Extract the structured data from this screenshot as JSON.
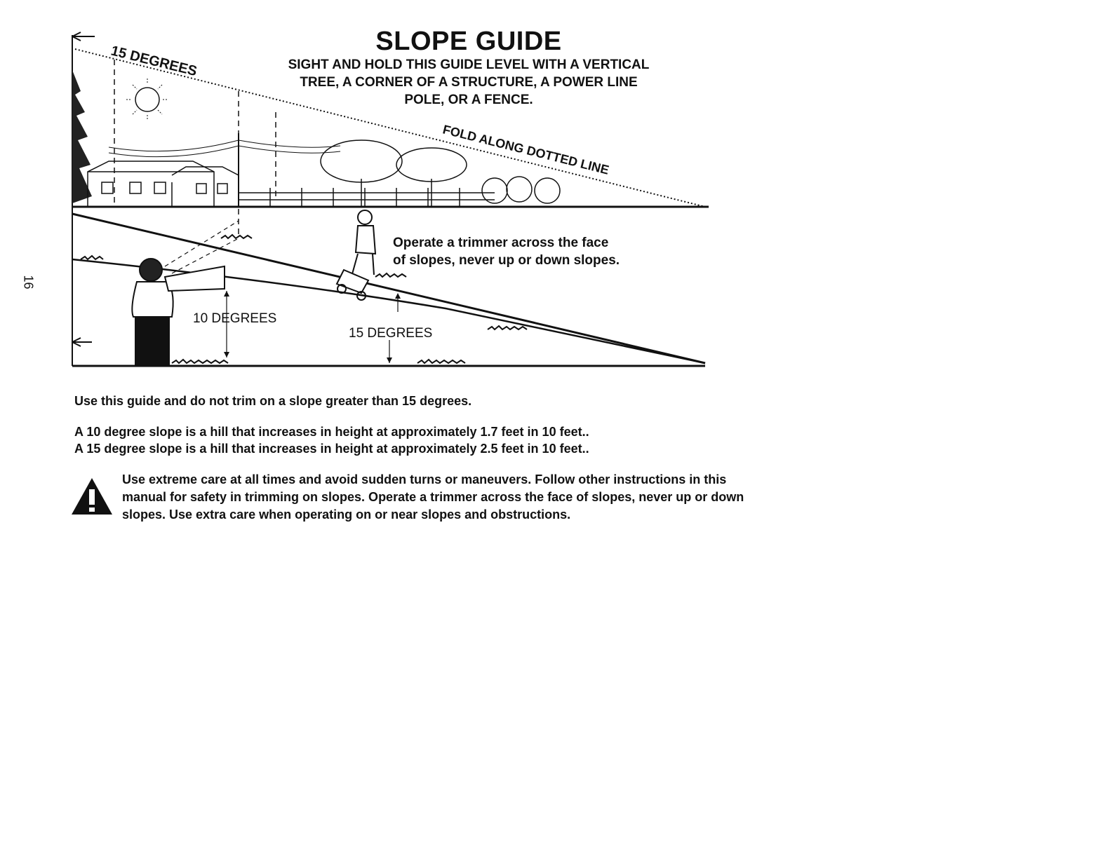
{
  "page_number": "16",
  "title": "SLOPE GUIDE",
  "subtitle_lines": [
    "SIGHT AND HOLD THIS GUIDE LEVEL WITH A VERTICAL",
    "TREE, A CORNER OF A STRUCTURE, A POWER LINE",
    "POLE, OR A FENCE."
  ],
  "illustration": {
    "label_15_top": "15 DEGREES",
    "fold_label": "FOLD ALONG DOTTED LINE",
    "label_10": "10 DEGREES",
    "label_15_bottom": "15 DEGREES",
    "operate_lines": [
      "Operate a trimmer across the face",
      "of slopes, never up or down slopes."
    ]
  },
  "paragraphs": {
    "guide": "Use this guide and do not trim on a slope greater than 15 degrees.",
    "slope_10": "A 10 degree slope is a hill that increases in height at approximately 1.7 feet in 10 feet..",
    "slope_15": "A 15 degree slope is a hill that increases in height at approximately 2.5 feet in 10 feet.."
  },
  "warning": {
    "icon": "warning-triangle-icon",
    "lines": [
      "Use extreme care at all times and avoid sudden turns or maneuvers. Follow other instructions in this",
      "manual for safety in trimming on slopes. Operate a trimmer across the face of slopes, never up or down",
      "slopes. Use extra care when operating on or near slopes and obstructions."
    ]
  }
}
